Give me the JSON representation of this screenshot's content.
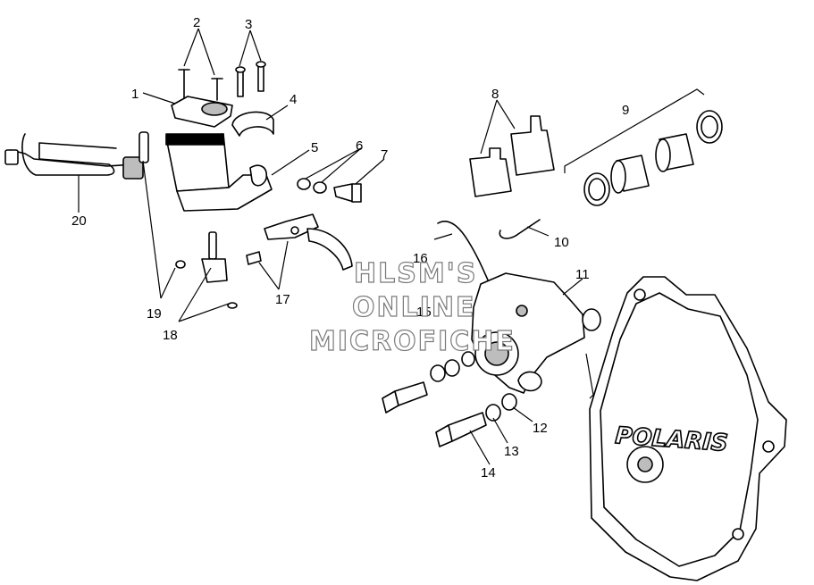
{
  "callouts": [
    "1",
    "2",
    "3",
    "4",
    "5",
    "6",
    "7",
    "8",
    "9",
    "10",
    "11",
    "12",
    "13",
    "14",
    "15",
    "16",
    "17",
    "18",
    "19",
    "20"
  ],
  "watermark": {
    "line1": "HLSM'S",
    "line2": "ONLINE",
    "line3": "MICROFICHE"
  },
  "brand": "POLARIS",
  "colors": {
    "ink": "#000000",
    "fill": "#ffffff",
    "shade": "#bdbdbd",
    "watermark": "#7a7a7a"
  }
}
